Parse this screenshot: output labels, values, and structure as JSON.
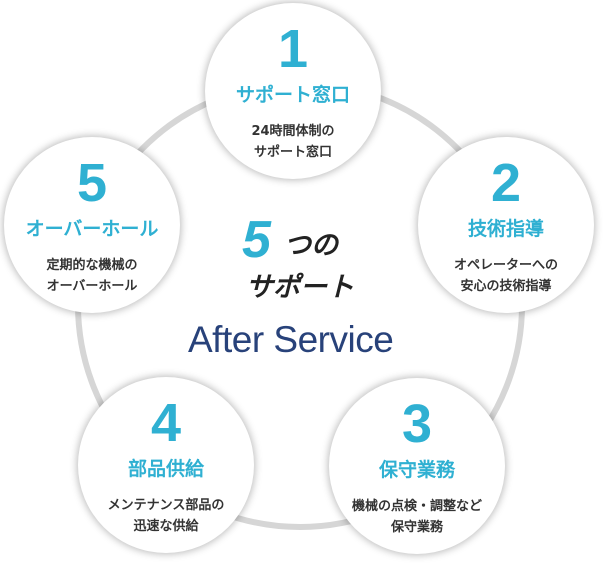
{
  "center": {
    "number": "5",
    "suffix": "つの",
    "line2": "サポート",
    "subtitle": "After Service"
  },
  "nodes": [
    {
      "number": "1",
      "title": "サポート窓口",
      "desc": "24時間体制の\nサポート窓口"
    },
    {
      "number": "2",
      "title": "技術指導",
      "desc": "オペレーターへの\n安心の技術指導"
    },
    {
      "number": "3",
      "title": "保守業務",
      "desc": "機械の点検・調整など\n保守業務"
    },
    {
      "number": "4",
      "title": "部品供給",
      "desc": "メンテナンス部品の\n迅速な供給"
    },
    {
      "number": "5",
      "title": "オーバーホール",
      "desc": "定期的な機械の\nオーバーホール"
    }
  ],
  "colors": {
    "accent": "#2fb0d2",
    "navy": "#28427a",
    "ring": "#d6d6d6"
  }
}
